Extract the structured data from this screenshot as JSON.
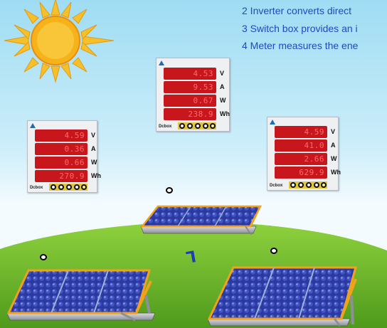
{
  "steps": [
    "2 Inverter converts direct",
    "3 Switch box provides an i",
    "4 Meter measures the ene"
  ],
  "meters": [
    {
      "readings": [
        "4.59",
        "0.36",
        "0.66",
        "270.9"
      ],
      "units": [
        "V",
        "A",
        "W",
        "Wh"
      ],
      "brand": "Dcbox"
    },
    {
      "readings": [
        "4.53",
        "9.53",
        "0.67",
        "238.9"
      ],
      "units": [
        "V",
        "A",
        "W",
        "Wh"
      ],
      "brand": "Dcbox"
    },
    {
      "readings": [
        "4.59",
        "41.0",
        "2.66",
        "629.9"
      ],
      "units": [
        "V",
        "A",
        "W",
        "Wh"
      ],
      "brand": "Dcbox"
    }
  ],
  "colors": {
    "sky": "#bfe9f8",
    "grass": "#6fbf2a",
    "sun": "#f7b21a",
    "text_blue": "#1f49c6",
    "display_red": "#c8171c",
    "panel_blue": "#2b3a9e",
    "frame_orange": "#f2a21a"
  },
  "icons": {
    "sun": "sun-icon",
    "meter_logo": "triangle-logo-icon",
    "marker": "black-ring-marker-icon"
  }
}
